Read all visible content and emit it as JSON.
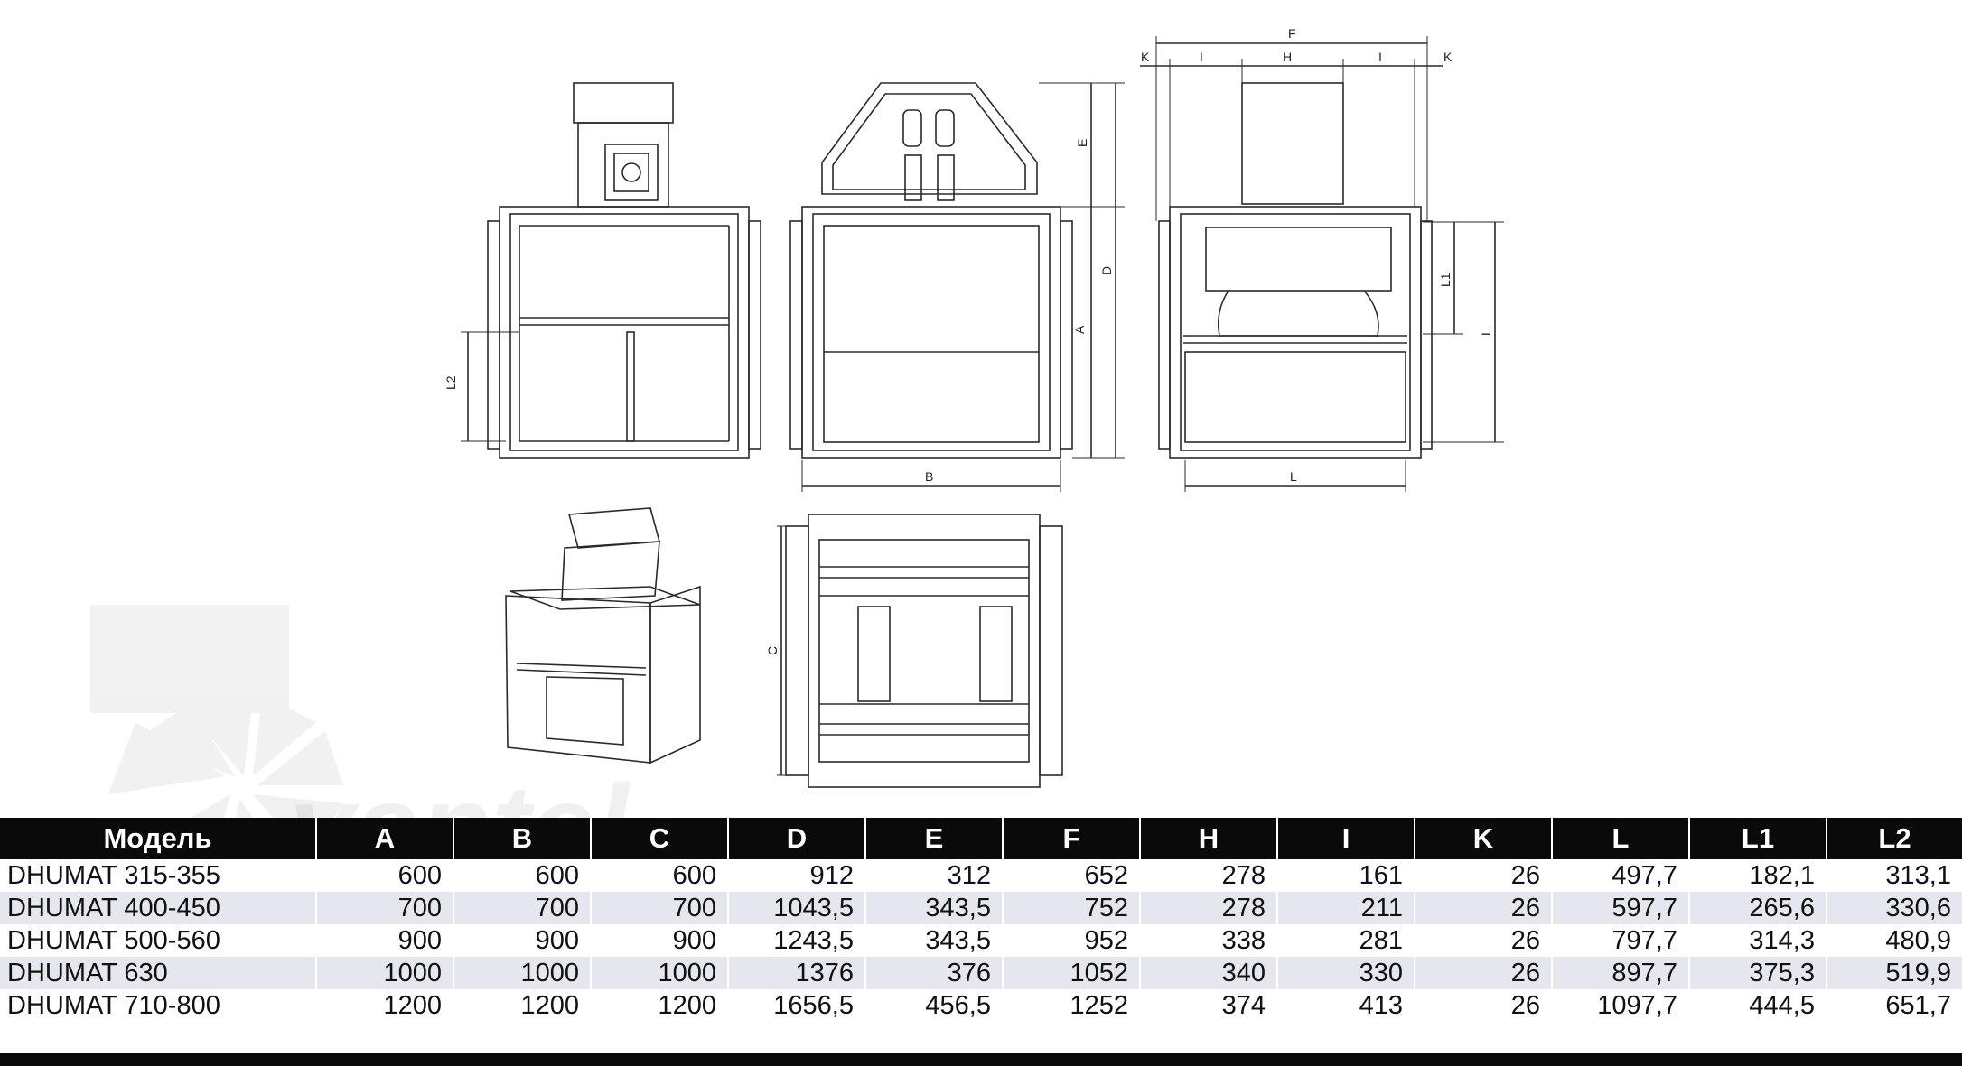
{
  "drawing": {
    "dim_labels": {
      "A": "A",
      "B": "B",
      "C": "C",
      "D": "D",
      "E": "E",
      "F": "F",
      "H": "H",
      "I": "I",
      "K": "K",
      "L": "L",
      "L1": "L1",
      "L2": "L2"
    }
  },
  "table": {
    "headers": [
      "Модель",
      "A",
      "B",
      "C",
      "D",
      "E",
      "F",
      "H",
      "I",
      "K",
      "L",
      "L1",
      "L2"
    ],
    "rows": [
      [
        "DHUMAT 315-355",
        "600",
        "600",
        "600",
        "912",
        "312",
        "652",
        "278",
        "161",
        "26",
        "497,7",
        "182,1",
        "313,1"
      ],
      [
        "DHUMAT 400-450",
        "700",
        "700",
        "700",
        "1043,5",
        "343,5",
        "752",
        "278",
        "211",
        "26",
        "597,7",
        "265,6",
        "330,6"
      ],
      [
        "DHUMAT 500-560",
        "900",
        "900",
        "900",
        "1243,5",
        "343,5",
        "952",
        "338",
        "281",
        "26",
        "797,7",
        "314,3",
        "480,9"
      ],
      [
        "DHUMAT 630",
        "1000",
        "1000",
        "1000",
        "1376",
        "376",
        "1052",
        "340",
        "330",
        "26",
        "897,7",
        "375,3",
        "519,9"
      ],
      [
        "DHUMAT 710-800",
        "1200",
        "1200",
        "1200",
        "1656,5",
        "456,5",
        "1252",
        "374",
        "413",
        "26",
        "1097,7",
        "444,5",
        "651,7"
      ]
    ]
  },
  "colors": {
    "header_bg": "#0a0a0a",
    "header_text": "#ffffff",
    "stripe": "#e6e6ef",
    "line": "#2a2a2a"
  }
}
